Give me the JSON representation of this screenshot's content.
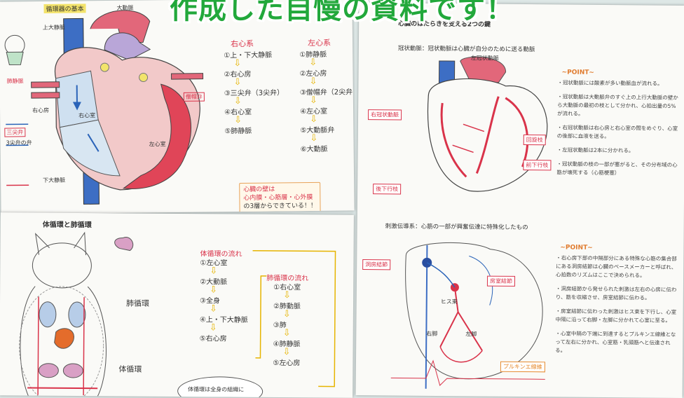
{
  "banner": {
    "text": "作成した自慢の資料です！"
  },
  "leftA": {
    "header": "循環器の基本",
    "right_col": {
      "heading": "右心系",
      "items": [
        "①上・下大静脈",
        "②右心房",
        "③三尖弁（3尖弁）",
        "④右心室",
        "⑤肺静脈"
      ]
    },
    "left_col": {
      "heading": "左心系",
      "items": [
        "①肺静脈",
        "②左心房",
        "③僧帽弁（2尖弁",
        "④左心室",
        "⑤大動脈弁",
        "⑥大動脈"
      ]
    },
    "note_box": {
      "lines": [
        "心臓の壁は",
        "心内膜・心筋層・心外膜",
        "の3層からできている！！"
      ]
    },
    "labels": {
      "svc": "上大静脈",
      "l1": "肺静脈",
      "l2": "右心房",
      "l3": "三尖弁",
      "l4": "3尖弁の弁",
      "l5": "下大静脈",
      "l6": "僧帽弁",
      "l7": "大動脈",
      "l8": "右心室",
      "l9": "左心室"
    }
  },
  "leftB": {
    "title": "体循環と肺循環",
    "pulm_label": "肺循環",
    "sys_label": "体循環",
    "sys_flow": {
      "heading": "体循環の流れ",
      "items": [
        "①左心室",
        "②大動脈",
        "③全身",
        "④上・下大静脈",
        "⑤右心房"
      ]
    },
    "pulm_flow": {
      "heading": "肺循環の流れ",
      "items": [
        "①右心室",
        "②肺動脈",
        "③肺",
        "④肺静脈",
        "⑤左心房"
      ]
    },
    "bubble": "体循環は全身の組織に"
  },
  "right": {
    "title": "心臓のはたらきを支える2つの鍵",
    "section1": {
      "heading": "冠状動脈：冠状動脈は心臓が自分のために送る動脈",
      "labels": [
        "右冠状動脈",
        "左冠状動脈",
        "回旋枝",
        "前下行枝",
        "後下行枝"
      ],
      "point_title": "~POINT~",
      "points": [
        "・冠状動脈には酸素が多い動脈血が流れる。",
        "・冠状動脈は大動脈弁のすぐ上の上行大動脈の壁から大動脈の最初の枝として分かれ、心拍出量の5%が流れる。",
        "・右冠状動脈は右心房と右心室の間をめぐり、心室の後部に血液を送る。",
        "・左冠状動脈は2本に分かれる。",
        "・冠状動脈の枝の一部が塞がると、その分布域の心筋が壊死する（心筋梗塞）"
      ]
    },
    "section2": {
      "heading": "刺激伝導系：心筋の一部が興奮伝達に特殊化したもの",
      "labels": [
        "洞房結節",
        "房室結節",
        "ヒス束",
        "右脚",
        "左脚",
        "プルキンエ線維"
      ],
      "point_title": "~POINT~",
      "points": [
        "・右心房下部の中隔部分にある特殊な心筋の集合部にある洞房結節は心臓のペースメーカーと呼ばれ、心拍数のリズムはここで決められる。",
        "・洞房結節から発せられた刺激は左右の心房に伝わり、筋を収縮させ、房室結節に伝わる。",
        "・房室結節に伝わった刺激はヒス束を下行し、心室中隔に沿って右脚・左脚に分かれて心室に至る。",
        "・心室中隔の下端に到達するとプルキンエ線維となって左右に分かれ、心室筋・乳頭筋へと伝達される。"
      ]
    }
  },
  "colors": {
    "banner": "#22a83b",
    "red": "#d9334a",
    "blue": "#2a63b8",
    "yellow": "#e6b400"
  }
}
